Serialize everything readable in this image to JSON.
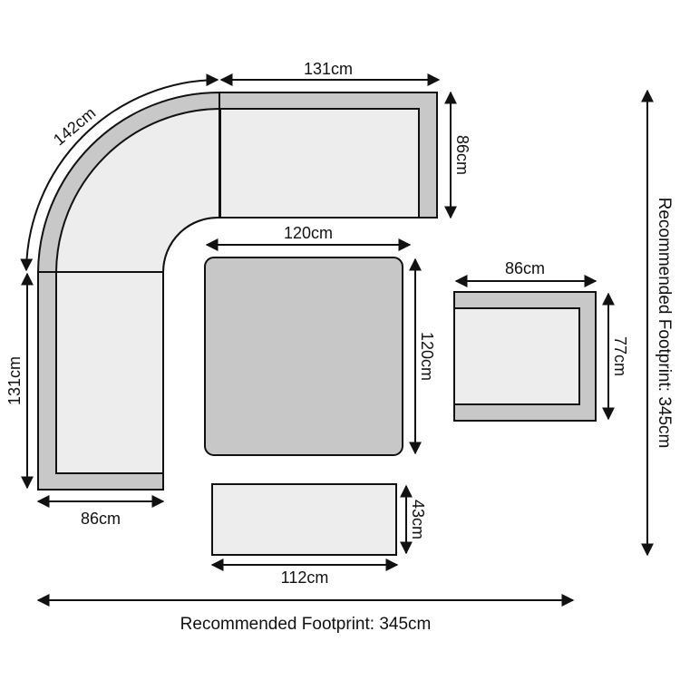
{
  "colors": {
    "frame": "#c8c8c8",
    "cushion": "#ededed",
    "table": "#c7c7c7",
    "outline": "#111111"
  },
  "dimensions": {
    "sofa_top_width": "131cm",
    "sofa_top_depth": "86cm",
    "corner_arc": "142cm",
    "sofa_left_height": "131cm",
    "sofa_left_width": "86cm",
    "table_width": "120cm",
    "table_depth": "120cm",
    "chair_width": "86cm",
    "chair_depth": "77cm",
    "stool_width": "112cm",
    "stool_depth": "43cm"
  },
  "footprint": {
    "horizontal": "Recommended Footprint: 345cm",
    "vertical": "Recommended Footprint: 345cm"
  }
}
